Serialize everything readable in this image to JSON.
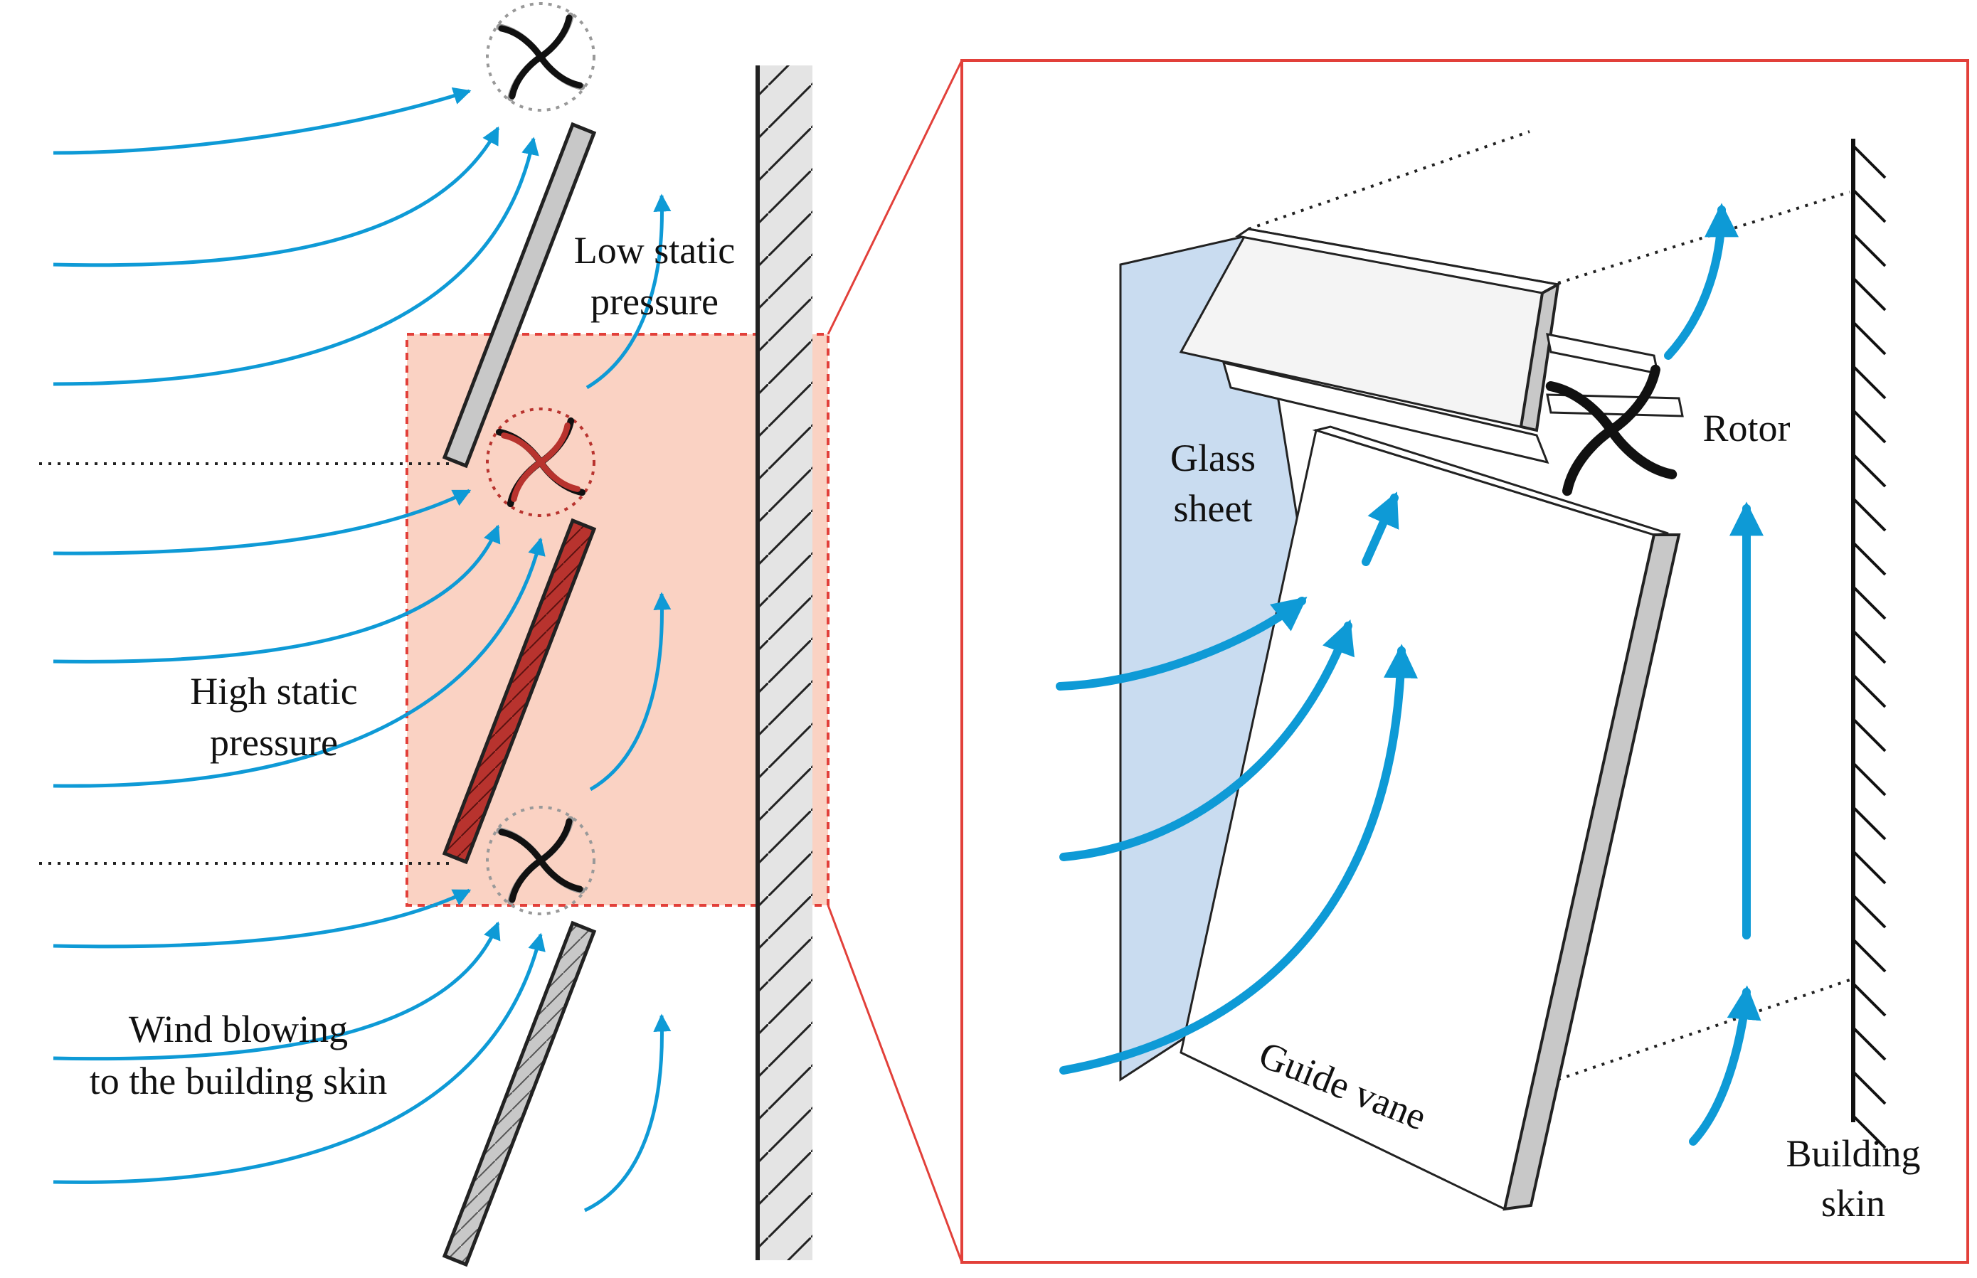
{
  "labels": {
    "low_pressure_1": "Low static",
    "low_pressure_2": "pressure",
    "high_pressure_1": "High static",
    "high_pressure_2": "pressure",
    "wind_1": "Wind blowing",
    "wind_2": "to the building skin",
    "glass_1": "Glass",
    "glass_2": "sheet",
    "rotor": "Rotor",
    "guide_vane": "Guide vane",
    "building_1": "Building",
    "building_2": "skin"
  },
  "colors": {
    "airflow": "#0e9ad6",
    "highlight_fill": "#f9cdbd",
    "highlight_border": "#e2403a",
    "active_vane": "#b8332e",
    "vane_gray": "#c8c8c8",
    "glass": "#c9dcf0",
    "wall_fill": "#e4e4e4",
    "zoom_frame": "#e2403a"
  },
  "icons": {
    "rotor": "rotor-icon",
    "wall": "hatched-wall-icon",
    "airflow": "arrow-icon"
  }
}
